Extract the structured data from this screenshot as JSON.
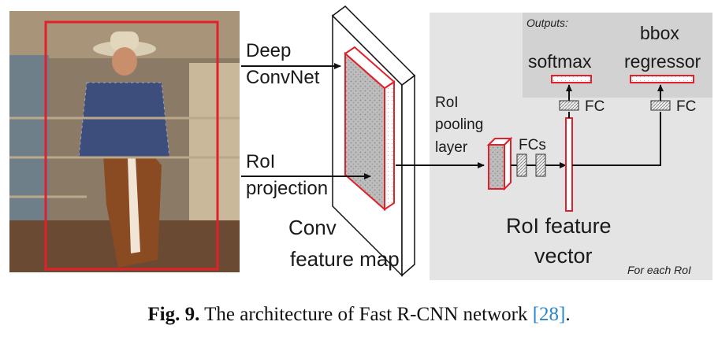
{
  "labels": {
    "deep_convnet_line1": "Deep",
    "deep_convnet_line2": "ConvNet",
    "roi_projection_line1": "RoI",
    "roi_projection_line2": "projection",
    "conv_feature_map_line1": "Conv",
    "conv_feature_map_line2": "feature map",
    "roi_pooling_line1": "RoI",
    "roi_pooling_line2": "pooling",
    "roi_pooling_line3": "layer",
    "fcs": "FCs",
    "outputs": "Outputs:",
    "softmax": "softmax",
    "bbox_line1": "bbox",
    "bbox_line2": "regressor",
    "fc_left": "FC",
    "fc_right": "FC",
    "roi_feature_line1": "RoI feature",
    "roi_feature_line2": "vector",
    "for_each_roi": "For each RoI"
  },
  "caption": {
    "fig_label": "Fig. 9.",
    "text": "The architecture of Fast R-CNN network",
    "ref": "[28]",
    "end": "."
  },
  "colors": {
    "red": "#e0202a",
    "panel_gray": "#e4e4e4",
    "output_gray": "#d2d2d2",
    "link_blue": "#2a86c8"
  }
}
